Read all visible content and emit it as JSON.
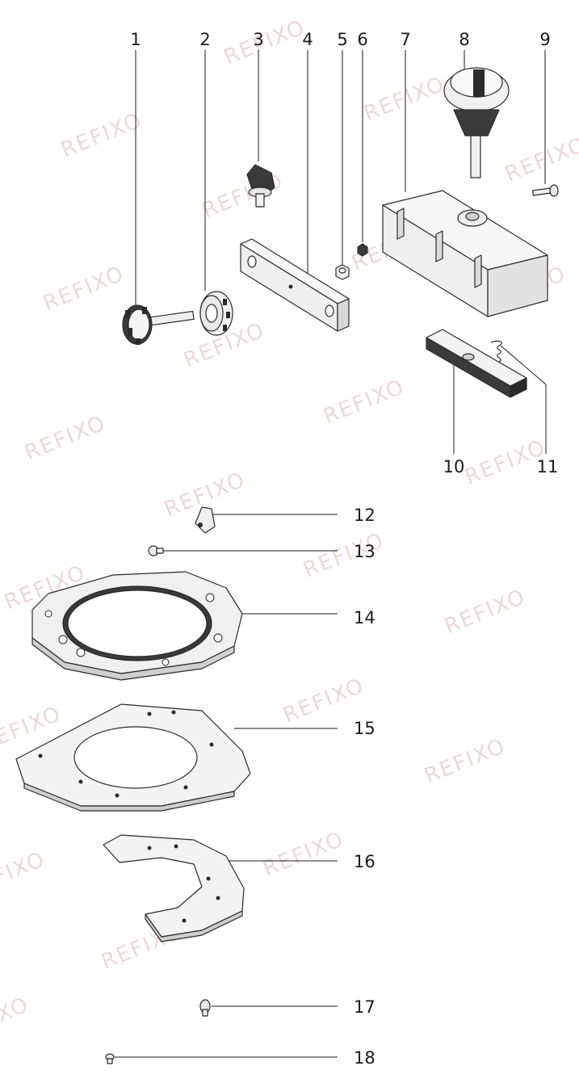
{
  "watermark": {
    "text": "REFIXO",
    "color": "#ead9d6"
  },
  "callouts": [
    {
      "label": "1"
    },
    {
      "label": "2"
    },
    {
      "label": "3"
    },
    {
      "label": "4"
    },
    {
      "label": "5"
    },
    {
      "label": "6"
    },
    {
      "label": "7"
    },
    {
      "label": "8"
    },
    {
      "label": "9"
    },
    {
      "label": "10"
    },
    {
      "label": "11"
    },
    {
      "label": "12"
    },
    {
      "label": "13"
    },
    {
      "label": "14"
    },
    {
      "label": "15"
    },
    {
      "label": "16"
    },
    {
      "label": "17"
    },
    {
      "label": "18"
    }
  ],
  "colors": {
    "line": "#1a1a1a",
    "part_fill": "#f2f2f2",
    "part_shade": "#cfcfcf",
    "dark": "#2b2b2b"
  }
}
